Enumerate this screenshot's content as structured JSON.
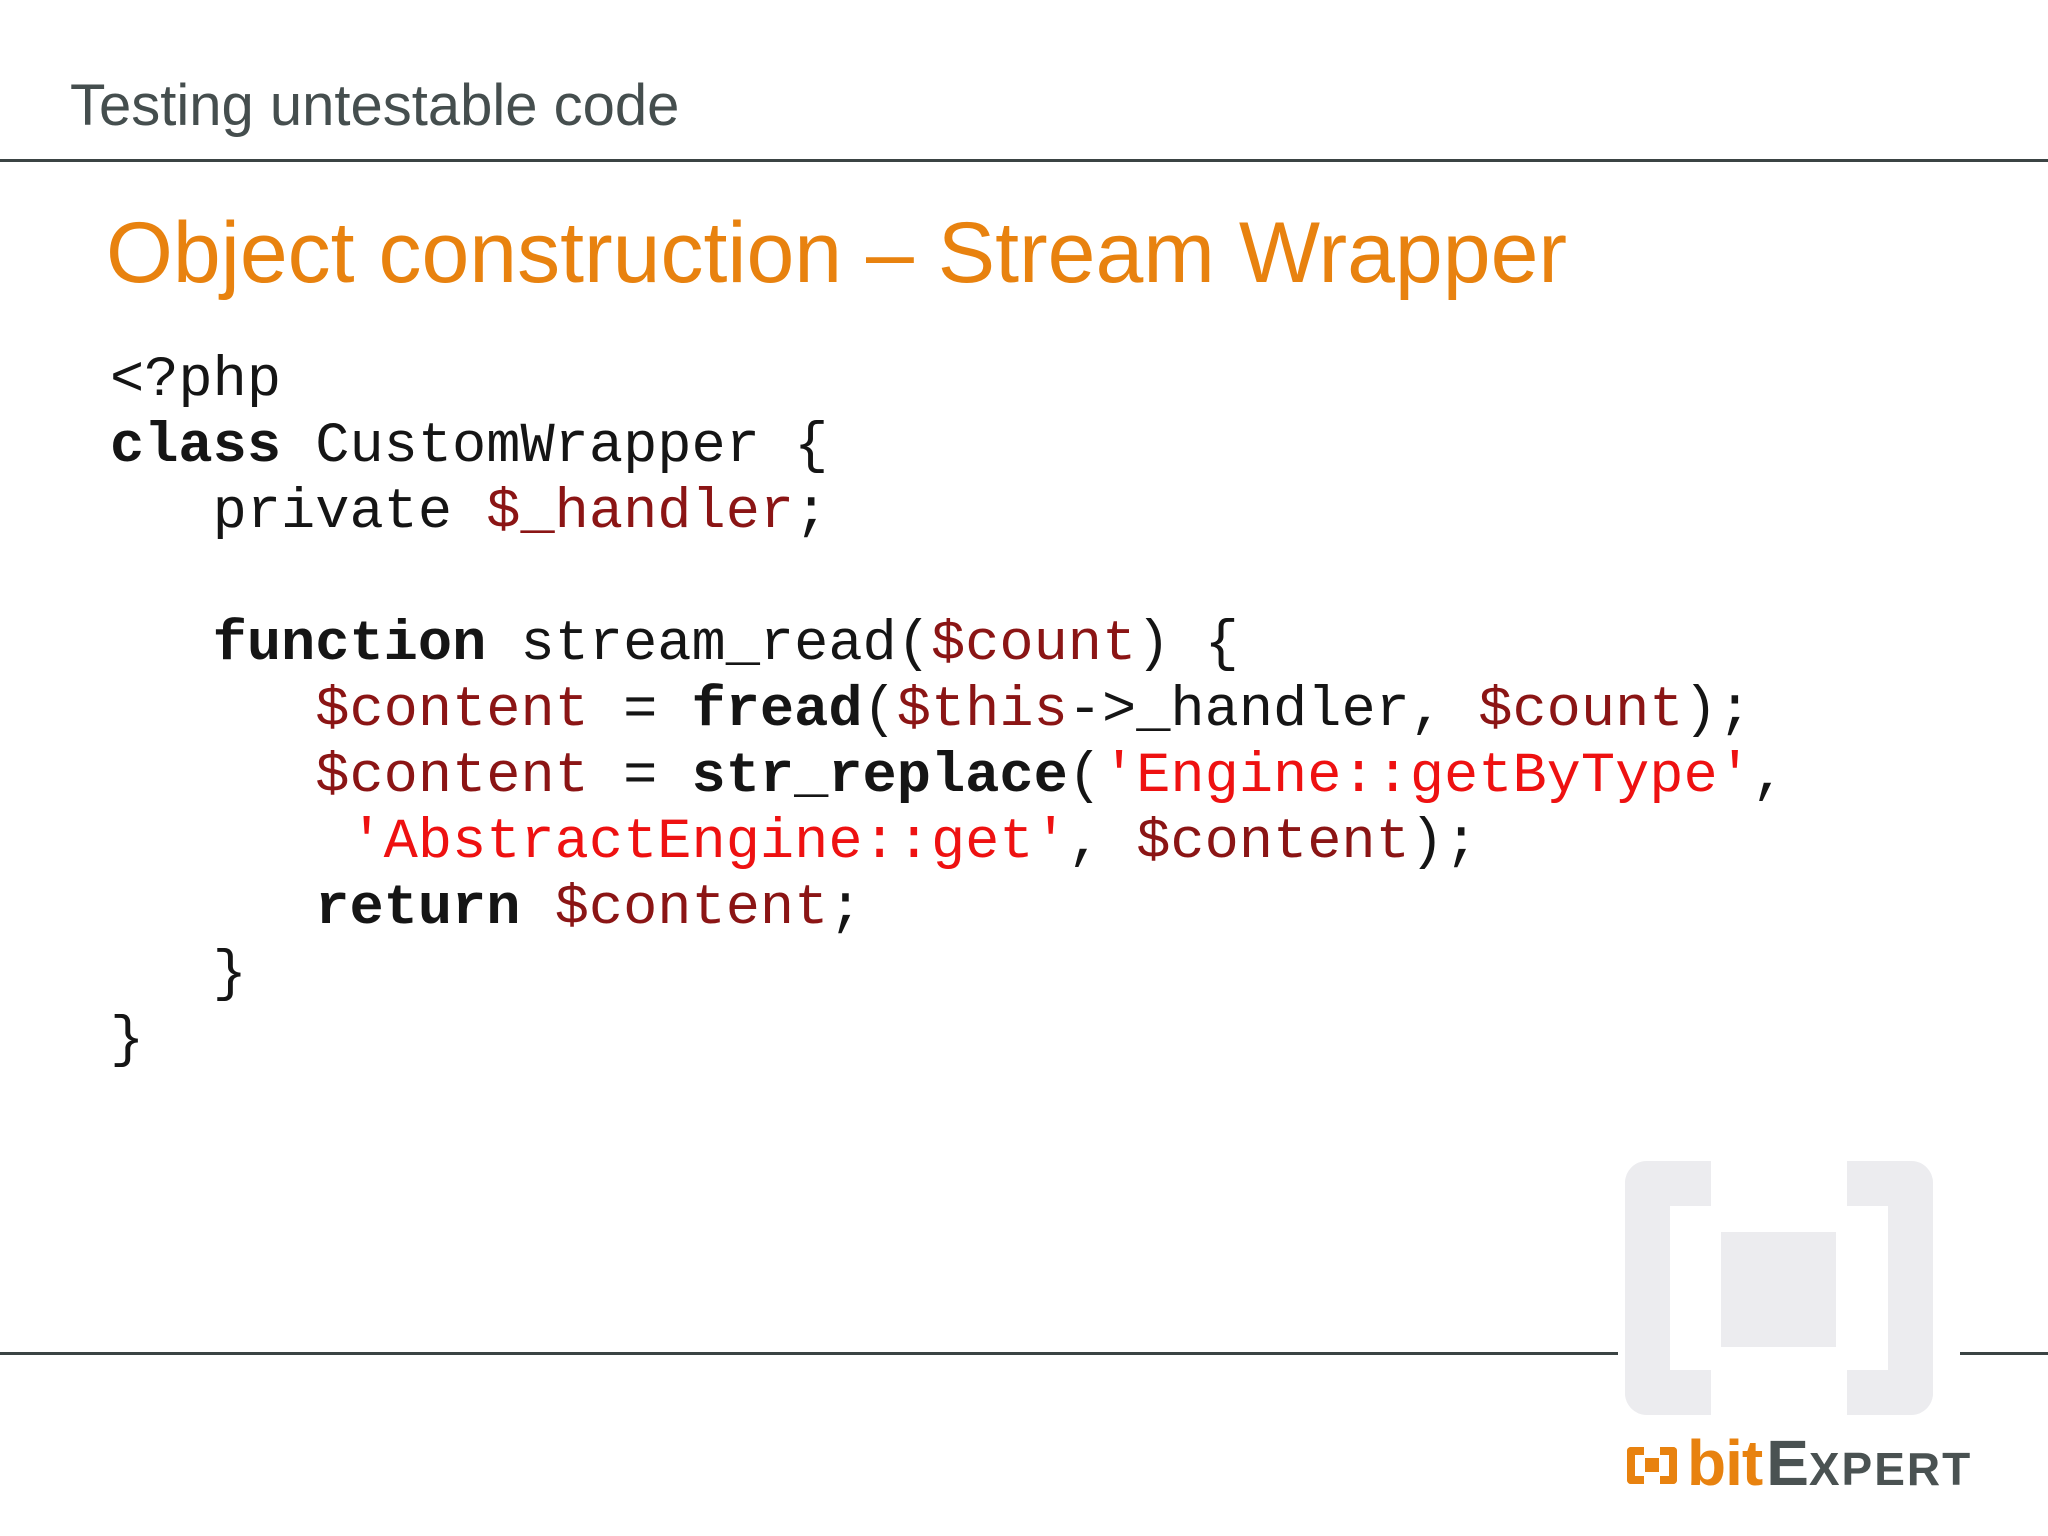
{
  "header": {
    "title": "Testing untestable code"
  },
  "slide": {
    "title": "Object construction – Stream Wrapper"
  },
  "code": {
    "lines": [
      [
        {
          "t": "<?php",
          "c": "p"
        }
      ],
      [
        {
          "t": "class",
          "c": "k"
        },
        {
          "t": " CustomWrapper {",
          "c": "p"
        }
      ],
      [
        {
          "t": "   private ",
          "c": "p"
        },
        {
          "t": "$_handler",
          "c": "v"
        },
        {
          "t": ";",
          "c": "p"
        }
      ],
      [],
      [
        {
          "t": "   ",
          "c": "p"
        },
        {
          "t": "function",
          "c": "k"
        },
        {
          "t": " stream_read(",
          "c": "p"
        },
        {
          "t": "$count",
          "c": "v"
        },
        {
          "t": ") {",
          "c": "p"
        }
      ],
      [
        {
          "t": "      ",
          "c": "p"
        },
        {
          "t": "$content",
          "c": "v"
        },
        {
          "t": " = ",
          "c": "p"
        },
        {
          "t": "fread",
          "c": "k"
        },
        {
          "t": "(",
          "c": "p"
        },
        {
          "t": "$this",
          "c": "v"
        },
        {
          "t": "->_handler, ",
          "c": "p"
        },
        {
          "t": "$count",
          "c": "v"
        },
        {
          "t": ");",
          "c": "p"
        }
      ],
      [
        {
          "t": "      ",
          "c": "p"
        },
        {
          "t": "$content",
          "c": "v"
        },
        {
          "t": " = ",
          "c": "p"
        },
        {
          "t": "str_replace",
          "c": "k"
        },
        {
          "t": "(",
          "c": "p"
        },
        {
          "t": "'Engine::getByType'",
          "c": "s"
        },
        {
          "t": ",",
          "c": "p"
        }
      ],
      [
        {
          "t": "       ",
          "c": "p"
        },
        {
          "t": "'AbstractEngine::get'",
          "c": "s"
        },
        {
          "t": ", ",
          "c": "p"
        },
        {
          "t": "$content",
          "c": "v"
        },
        {
          "t": ");",
          "c": "p"
        }
      ],
      [
        {
          "t": "      ",
          "c": "p"
        },
        {
          "t": "return",
          "c": "k"
        },
        {
          "t": " ",
          "c": "p"
        },
        {
          "t": "$content",
          "c": "v"
        },
        {
          "t": ";",
          "c": "p"
        }
      ],
      [
        {
          "t": "   }",
          "c": "p"
        }
      ],
      [
        {
          "t": "}",
          "c": "p"
        }
      ]
    ]
  },
  "logo": {
    "bit": "bit",
    "expert_initial": "E",
    "expert_rest": "XPERT"
  },
  "colors": {
    "accent_orange": "#e8820f",
    "title_gray": "#454e4e",
    "rule_gray": "#3b4444",
    "code_black": "#151515",
    "code_variable_red": "#8b1515",
    "code_string_red": "#ee1111",
    "watermark_gray": "#ececef",
    "logo_text_gray": "#4a5252"
  }
}
